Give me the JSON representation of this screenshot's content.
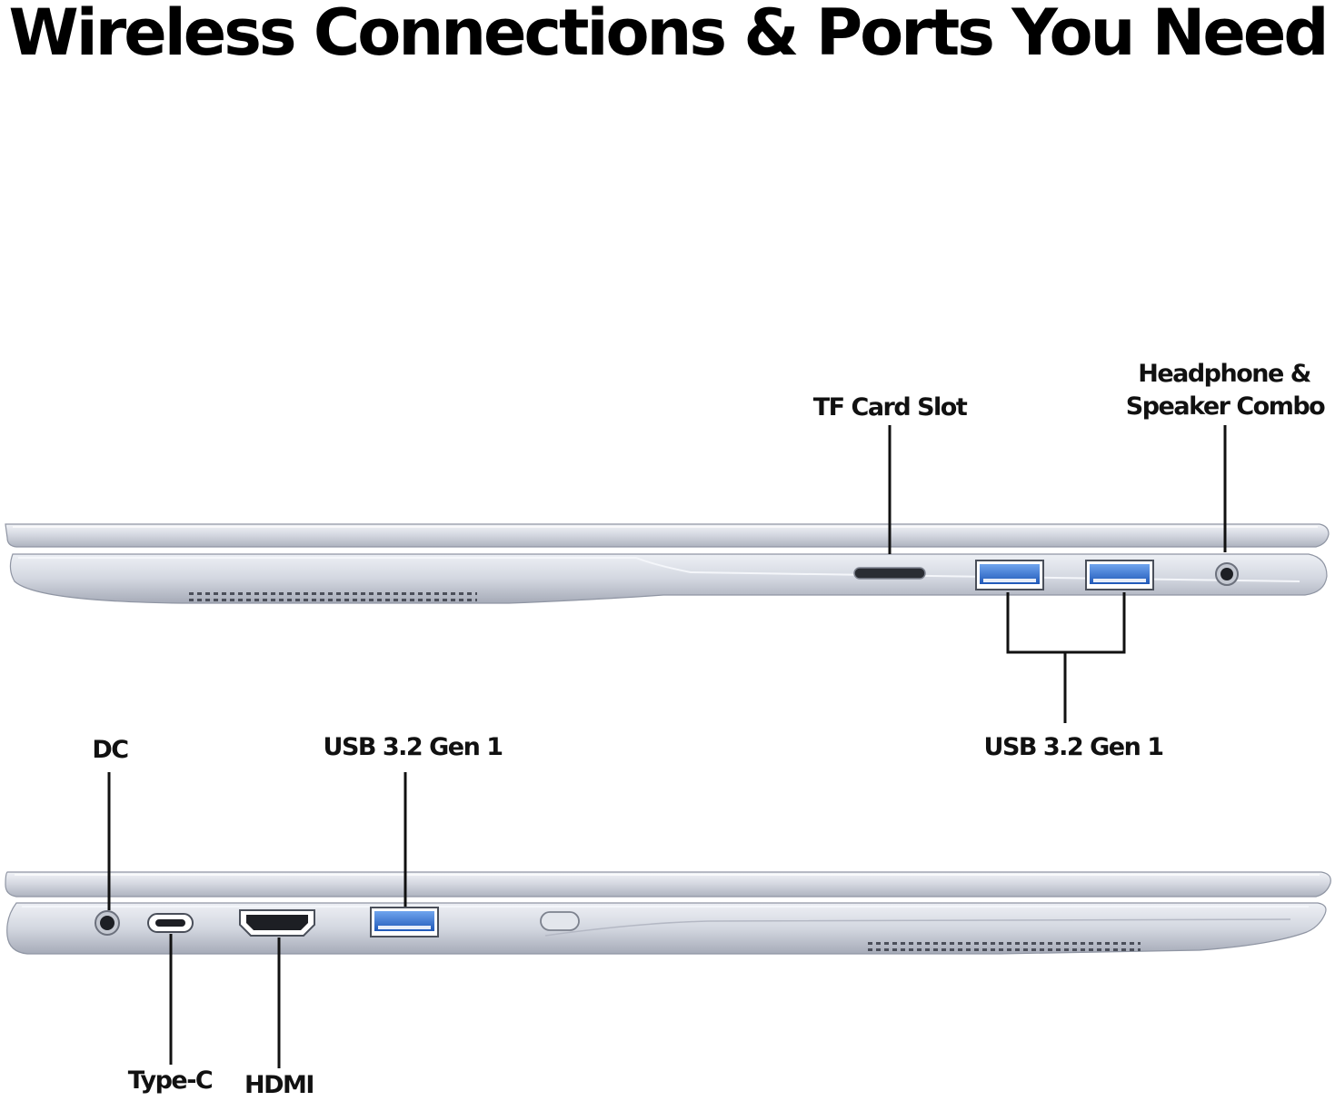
{
  "title": "Wireless Connections & Ports You Need",
  "labels": {
    "tf_card_slot": "TF Card Slot",
    "headphone_line1": "Headphone &",
    "headphone_line2": "Speaker Combo",
    "usb_right": "USB 3.2 Gen 1",
    "dc": "DC",
    "usb_left": "USB 3.2 Gen 1",
    "type_c": "Type-C",
    "hdmi": "HDMI"
  },
  "colors": {
    "body_silver": "#c9cdd8",
    "usb_blue": "#2f6fd0",
    "leader_line": "#111111"
  }
}
